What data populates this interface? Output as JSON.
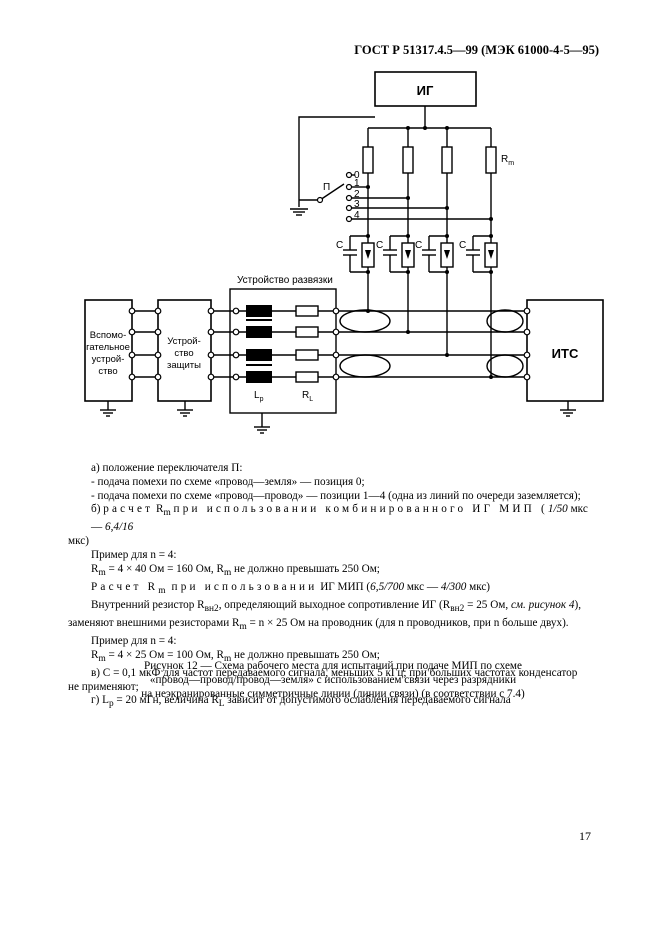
{
  "header": {
    "standard": "ГОСТ Р 51317.4.5—99 (МЭК 61000-4-5—95)"
  },
  "diagram": {
    "generator": "ИГ",
    "resistor": "R",
    "resistor_sub": "m",
    "switch": "П",
    "positions": [
      "0",
      "1",
      "2",
      "3",
      "4"
    ],
    "capacitor": "C",
    "coupling_unit": "Устройство развязки",
    "aux_device": [
      "Вспомо-",
      "гательное",
      "устрой-",
      "ство"
    ],
    "protection_device": [
      "Устрой-",
      "ство",
      "защиты"
    ],
    "inductor": "L",
    "inductor_sub": "p",
    "load_resistor": "R",
    "load_resistor_sub": "L",
    "eut": "ИТС"
  },
  "notes": {
    "a_title": "а) положение переключателя П:",
    "a_item1": "- подача помехи по схеме «провод—земля» — позиция 0;",
    "a_item2": "- подача помехи по схеме «провод—провод» — позиции 1—4 (одна из линий по очереди заземляется);",
    "b_prefix": "б)",
    "b_spaced1": "расчет",
    "b_rm": "R",
    "b_rm_sub": "m",
    "b_spaced2": "при использовании комбинированного ИГ МИП (",
    "b_italic": "1/50",
    "b_mid": " мкс — ",
    "b_italic2": "6,4/16",
    "b_end": "мкс)",
    "ex1_title": "Пример для n = 4:",
    "ex1_line": "R",
    "ex1_sub": "m",
    "ex1_rest": " = 4 × 40 Ом = 160 Ом, R",
    "ex1_sub2": "m",
    "ex1_end": " не должно превышать 250 Ом;",
    "c_spaced": "Расчет R",
    "c_sub": "m",
    "c_spaced2": " при использовании",
    "c_rest": " ИГ МИП (",
    "c_italic": "6,5/700",
    "c_mid": " мкс — ",
    "c_italic2": "4/300",
    "c_end": " мкс)",
    "int_res_1": "Внутренний резистор R",
    "int_res_sub": "вн2",
    "int_res_2": ", определяющий выходное сопротивление ИГ (R",
    "int_res_sub2": "вн2",
    "int_res_3": " = 25 Ом, ",
    "int_res_italic": "см. рисунок 4",
    "int_res_4": "),",
    "int_res_line2a": "заменяют внешними резисторами R",
    "int_res_line2_sub": "m",
    "int_res_line2b": " = n × 25 Ом на проводник (для n проводников, при n больше двух).",
    "ex2_title": "Пример для n = 4:",
    "ex2_line": "R",
    "ex2_sub": "m",
    "ex2_rest": " = 4 × 25 Ом = 100 Ом, R",
    "ex2_sub2": "m",
    "ex2_end": " не должно превышать 250 Ом;",
    "v_line1": "в) C = 0,1 мкФ для частот передаваемого сигнала, меньших 5 кГц; при больших частотах конденсатор",
    "v_line2": "не применяют;",
    "g_line_a": "г) L",
    "g_sub": "р",
    "g_line_b": " = 20 мГн, величина R",
    "g_sub2": "L",
    "g_line_c": " зависит от допустимого ослабления передаваемого сигнала"
  },
  "caption": {
    "line1": "Рисунок 12 — Схема рабочего места для испытаний при подаче МИП по схеме",
    "line2": "«провод—провод/провод—земля» с использованием связи через разрядники",
    "line3": "на неэкранированные симметричные линии (линии связи) (в соответствии с 7.4)"
  },
  "page_number": "17"
}
